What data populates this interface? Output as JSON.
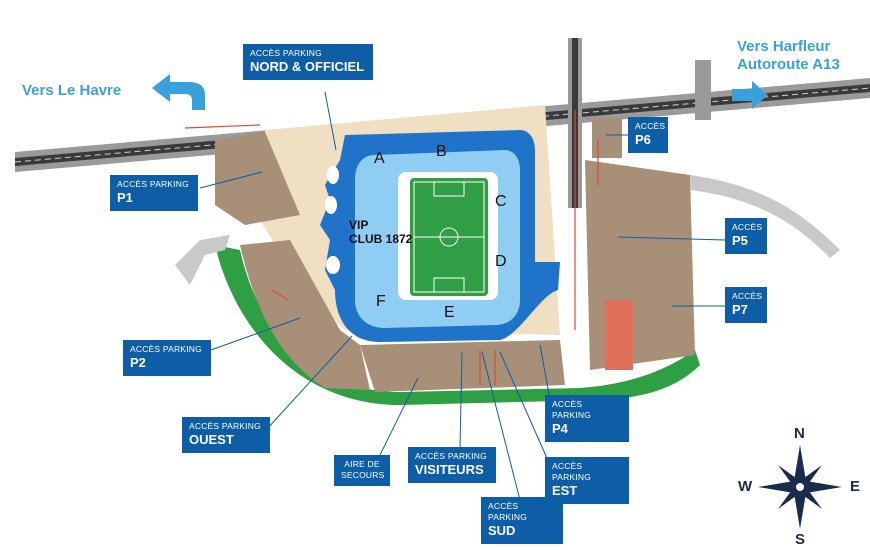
{
  "directions": {
    "le_havre": "Vers Le Havre",
    "harfleur_line1": "Vers Harfleur",
    "harfleur_line2": "Autoroute A13"
  },
  "stadium": {
    "vip_line1": "VIP",
    "vip_line2": "CLUB 1872",
    "stands": [
      "A",
      "B",
      "C",
      "D",
      "E",
      "F"
    ]
  },
  "labels": {
    "nord": {
      "small": "ACCÈS PARKING",
      "big": "NORD & OFFICIEL"
    },
    "p1": {
      "small": "ACCÈS PARKING",
      "big": "P1"
    },
    "p2": {
      "small": "ACCÈS PARKING",
      "big": "P2"
    },
    "ouest": {
      "small": "ACCÈS PARKING",
      "big": "OUEST"
    },
    "secours": {
      "line1": "AIRE DE",
      "line2": "SECOURS"
    },
    "visiteurs": {
      "small": "ACCÈS PARKING",
      "big": "VISITEURS"
    },
    "sud": {
      "small": "ACCÈS PARKING",
      "big": "SUD"
    },
    "est": {
      "small": "ACCÈS PARKING",
      "big": "EST"
    },
    "p4": {
      "small": "ACCÈS PARKING",
      "big": "P4"
    },
    "p5": {
      "small": "ACCÈS",
      "big": "P5"
    },
    "p6": {
      "small": "ACCÈS",
      "big": "P6"
    },
    "p7": {
      "small": "ACCÈS",
      "big": "P7"
    }
  },
  "compass": {
    "n": "N",
    "s": "S",
    "e": "E",
    "w": "W"
  },
  "colors": {
    "label_bg": "#0d5ea6",
    "direction_text": "#3aa0dc",
    "stadium_blue": "#1f73c9",
    "stadium_light": "#8fcdf3",
    "pitch": "#2f9e44",
    "grass_band": "#2ea043",
    "parking": "#a88f78",
    "sand": "#f0dfc2"
  }
}
